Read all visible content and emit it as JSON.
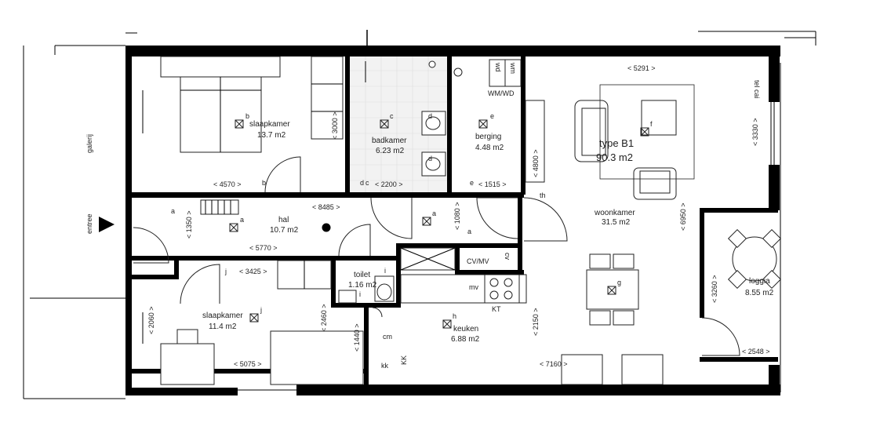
{
  "plan": {
    "type_label": "type B1",
    "type_area": "90.3 m2",
    "galerij_label": "galerij",
    "entree_label": "entree"
  },
  "rooms": {
    "slaapkamer1": {
      "marker": "b",
      "name": "slaapkamer",
      "area": "13.7 m2"
    },
    "badkamer": {
      "marker": "c",
      "name": "badkamer",
      "area": "6.23 m2"
    },
    "berging": {
      "marker": "e",
      "name": "berging",
      "area": "4.48 m2"
    },
    "woonkamer": {
      "marker": "f",
      "name": "woonkamer",
      "area": "31.5 m2"
    },
    "hal": {
      "marker": "a",
      "name": "hal",
      "area": "10.7 m2"
    },
    "toilet": {
      "marker": "i",
      "name": "toilet",
      "area": "1.16 m2"
    },
    "slaapkamer2": {
      "marker": "j",
      "name": "slaapkamer",
      "area": "11.4 m2"
    },
    "keuken": {
      "marker": "h",
      "name": "keuken",
      "area": "6.88 m2"
    },
    "loggia": {
      "name": "loggia",
      "area": "8.55 m2"
    },
    "dining_marker": "g",
    "hal_marker2": "a"
  },
  "dimensions": {
    "d4570": "< 4570 >",
    "d3000": "< 3000 >",
    "d2200": "< 2200 >",
    "d1515": "< 1515 >",
    "d4800": "< 4800 >",
    "d5291": "< 5291 >",
    "d3330": "< 3330 >",
    "d6950": "< 6950 >",
    "d8485": "< 8485 >",
    "d1350": "< 1350 >",
    "d1080": "< 1080 >",
    "d5770": "< 5770 >",
    "d3425": "< 3425 >",
    "d2060": "< 2060 >",
    "d2460": "< 2460 >",
    "d1440": "< 1440 >",
    "d5075": "< 5075 >",
    "d2150": "< 2150 >",
    "d7160": "< 7160 >",
    "d3260": "< 3260 >",
    "d2548": "< 2548 >"
  },
  "labels": {
    "wmwd": "WM/WD",
    "cvmv": "CV/MV",
    "kt": "KT",
    "cm": "cm",
    "kk": "kk",
    "kk2": "KK",
    "th": "th",
    "tel_cai": "tel cai",
    "wd": "wd",
    "wm": "wm",
    "mv": "mv",
    "cv": "cv",
    "a": "a",
    "b": "b",
    "c": "c",
    "d": "d",
    "e": "e",
    "i": "i",
    "j": "j"
  }
}
